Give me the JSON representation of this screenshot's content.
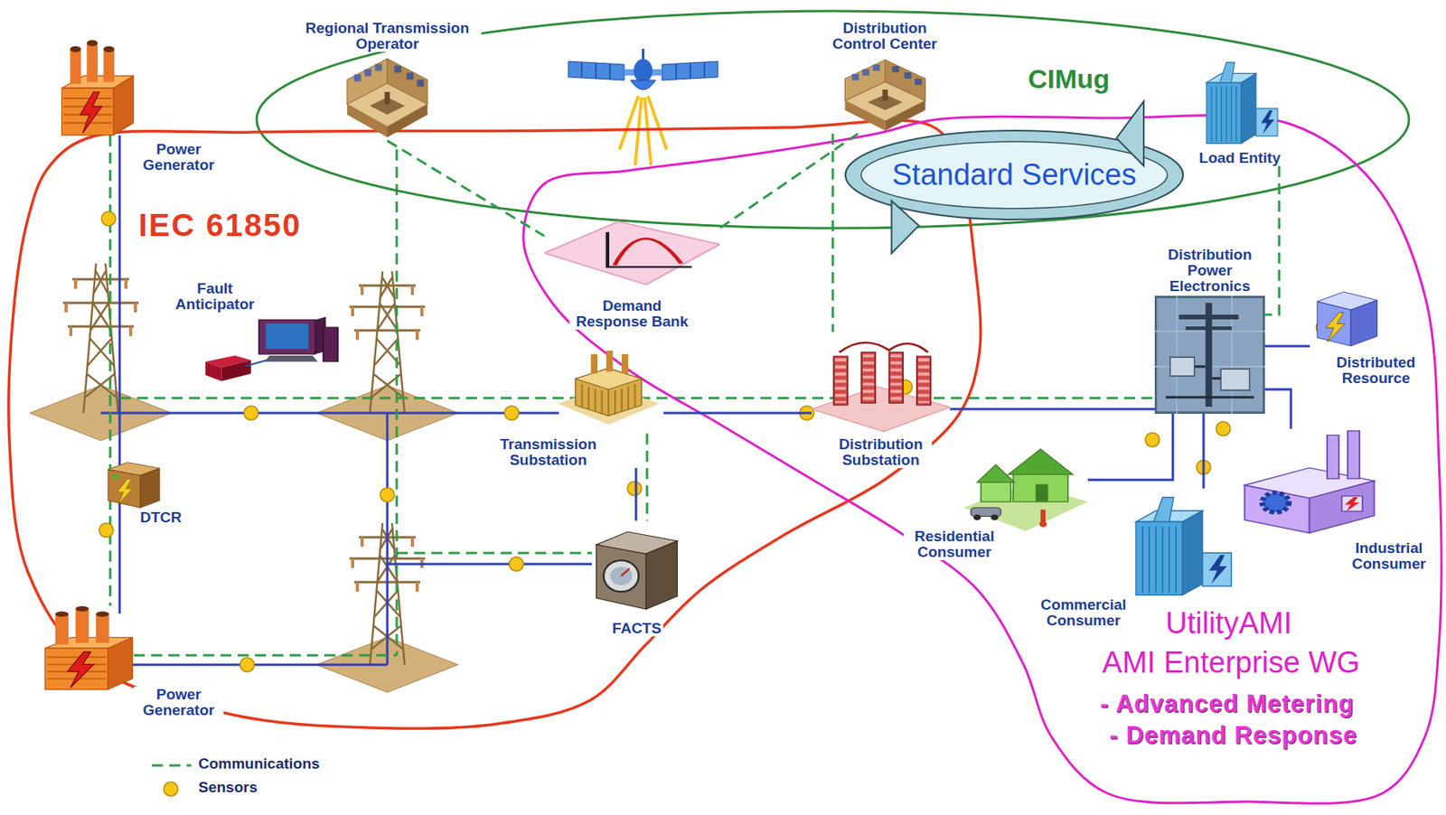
{
  "diagram": {
    "nodes": [
      {
        "text": [
          "Power Generator"
        ]
      },
      {
        "text": [
          "Regional Transmission Operator"
        ]
      },
      {
        "text": [
          "Distribution Control Center"
        ]
      },
      {
        "text": [
          "Load Entity"
        ]
      },
      {
        "text": [
          "Standard Services"
        ]
      },
      {
        "text": [
          "Demand Response Bank"
        ]
      },
      {
        "text": [
          "Fault Anticipator"
        ]
      },
      {
        "text": [
          "Distribution Power Electronics"
        ]
      },
      {
        "text": [
          "Distributed Resource"
        ]
      },
      {
        "text": [
          "Transmission Substation"
        ]
      },
      {
        "text": [
          "Distribution Substation"
        ]
      },
      {
        "text": [
          "DTCR"
        ]
      },
      {
        "text": [
          "Residential Consumer"
        ]
      },
      {
        "text": [
          "Industrial Consumer"
        ]
      },
      {
        "text": [
          "FACTS"
        ]
      },
      {
        "text": [
          "Commercial Consumer"
        ]
      },
      {
        "text": [
          "Power Generator"
        ]
      }
    ],
    "edges": [
      {
        "from": 1,
        "to": 5,
        "arrow": "none"
      },
      {
        "from": 2,
        "to": 5,
        "arrow": "none"
      },
      {
        "from": 2,
        "to": 10,
        "arrow": "none"
      },
      {
        "from": 3,
        "to": 7,
        "arrow": "none"
      },
      {
        "from": 9,
        "to": 10,
        "arrow": "none"
      },
      {
        "from": 10,
        "to": 7,
        "arrow": "none"
      },
      {
        "from": 9,
        "to": 14,
        "arrow": "none"
      },
      {
        "from": 7,
        "to": 12,
        "arrow": "none"
      },
      {
        "from": 7,
        "to": 15,
        "arrow": "none"
      },
      {
        "from": 7,
        "to": 13,
        "arrow": "none"
      },
      {
        "from": 7,
        "to": 8,
        "arrow": "none"
      }
    ],
    "labels": [
      "IEC 61850",
      "CIMug",
      "UtilityAMI",
      "AMI Enterprise WG",
      "- Advanced Metering",
      "- Demand Response"
    ],
    "legend": [
      {
        "text": "Communications"
      },
      {
        "text": "Sensors"
      }
    ]
  }
}
